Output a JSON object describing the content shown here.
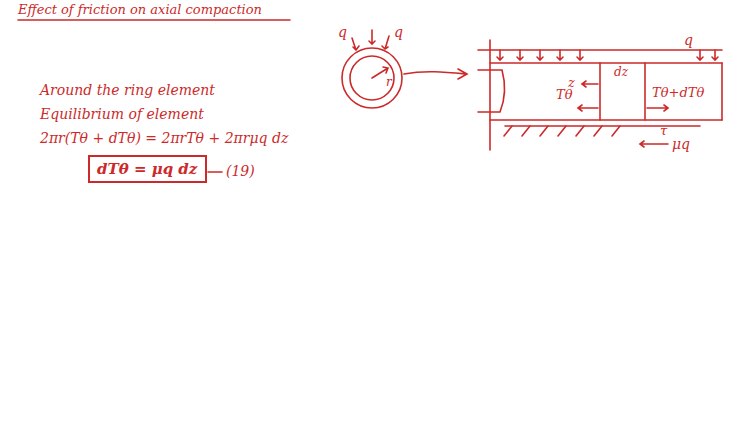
{
  "diagram": {
    "title": "Effect of friction on axial compaction",
    "nodes": [
      {
        "text": [
          "dTθ = μq dz"
        ]
      }
    ],
    "labels": [
      "Around the ring element",
      "Equilibrium of element",
      "2πr(Tθ + dTθ) = 2πrTθ + 2πrμq dz",
      "(19)",
      "q",
      "q",
      "r",
      "q",
      "z",
      "dz",
      "Tθ",
      "Tθ+dTθ",
      "τ",
      "μq"
    ]
  }
}
